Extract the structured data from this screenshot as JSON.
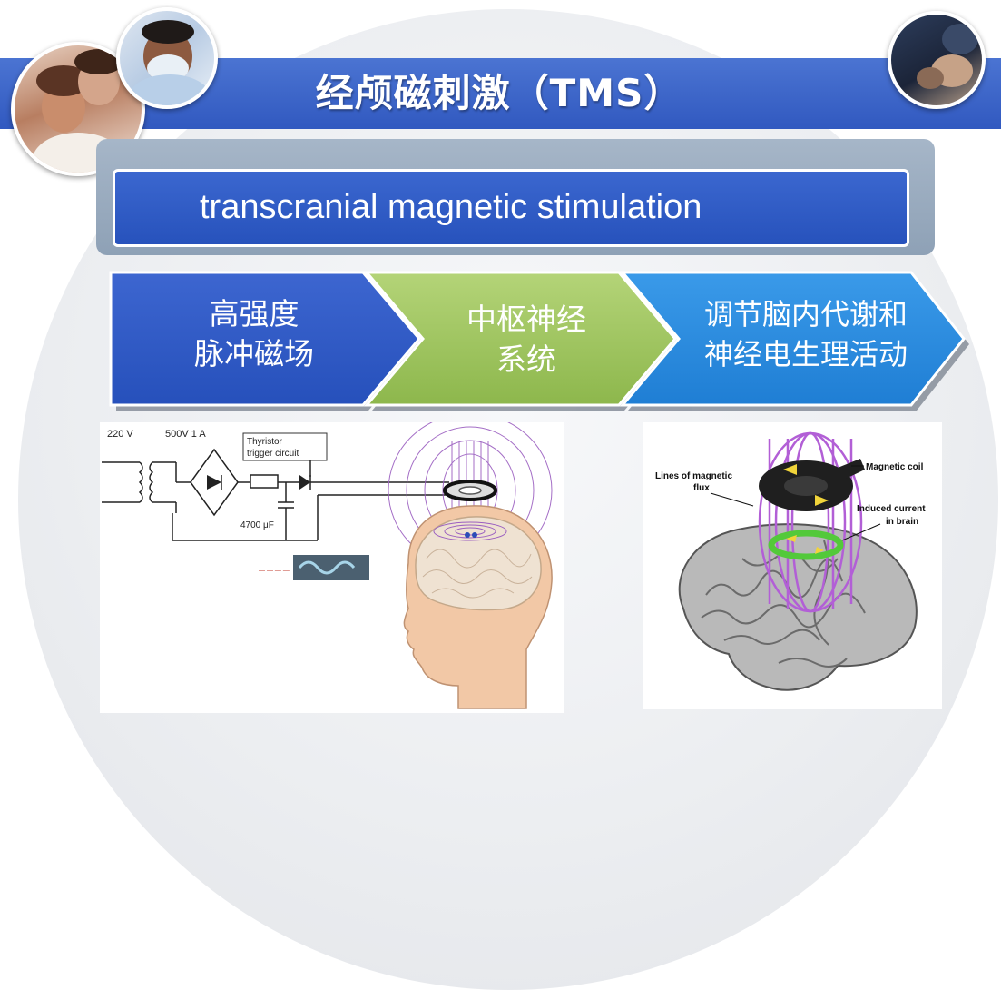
{
  "header": {
    "title": "经颅磁刺激（TMS）"
  },
  "subtitle": {
    "text": "transcranial magnetic stimulation"
  },
  "flow": {
    "steps": [
      {
        "line1": "高强度",
        "line2": "脉冲磁场"
      },
      {
        "line1": "中枢神经",
        "line2": "系统"
      },
      {
        "line1": "调节脑内代谢和",
        "line2": "神经电生理活动"
      }
    ],
    "colors": [
      "#2e58c4",
      "#9fc55f",
      "#2a8be0"
    ]
  },
  "circuit_diagram": {
    "voltage_in": "220 V",
    "voltage_out": "500V 1 A",
    "thyristor_label_1": "Thyristor",
    "thyristor_label_2": "trigger circuit",
    "capacitor": "4700 μF"
  },
  "coil_diagram": {
    "flux_label_1": "Lines of magnetic",
    "flux_label_2": "flux",
    "coil_label": "Magnetic coil",
    "current_label_1": "Induced current",
    "current_label_2": "in brain"
  },
  "icons": [
    "photo-children-icon",
    "photo-doctor-icon",
    "photo-hands-icon"
  ]
}
